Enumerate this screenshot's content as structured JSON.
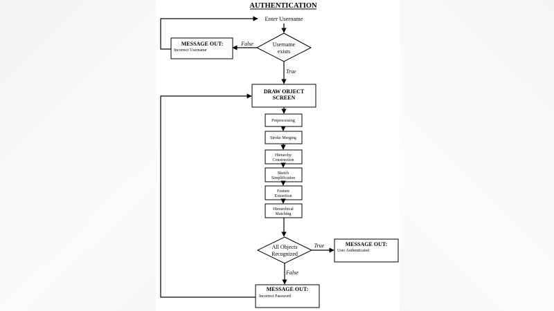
{
  "title": "AUTHENTICATION",
  "start": {
    "label": "Enter Username"
  },
  "username_check": {
    "line1": "Username",
    "line2": "exists"
  },
  "username_false": "False",
  "username_true": "True",
  "msg_username": {
    "header": "MESSAGE OUT:",
    "body": "Incorrect Username"
  },
  "draw_screen": {
    "line1": "DRAW OBJECT",
    "line2": "SCREEN"
  },
  "steps": {
    "preprocessing": "Preprocessing",
    "stroke_merging": "Stroke Merging",
    "hierarchy_1": "Hierarchy",
    "hierarchy_2": "Construction",
    "sketch_1": "Sketch",
    "sketch_2": "Simplification",
    "feature_1": "Feature",
    "feature_2": "Extraction",
    "hmatch_1": "Hierarchical",
    "hmatch_2": "Matching"
  },
  "objects_check": {
    "line1": "All Objects",
    "line2": "Recognized"
  },
  "objects_true": "True",
  "objects_false": "False",
  "msg_auth": {
    "header": "MESSAGE OUT:",
    "body": "User Authenticated"
  },
  "msg_password": {
    "header": "MESSAGE OUT:",
    "body": "Incorrect Password"
  }
}
